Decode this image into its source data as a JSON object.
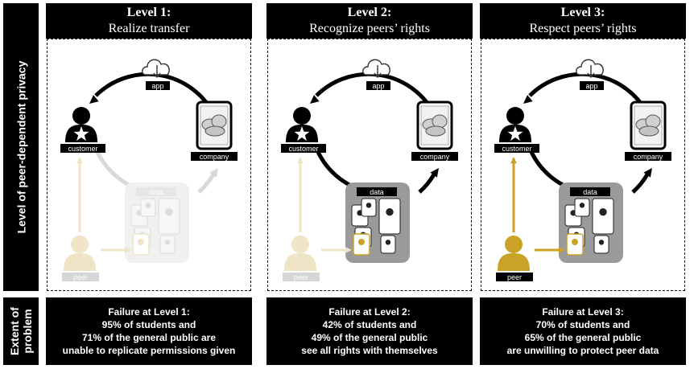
{
  "side_labels": {
    "top": "Level of peer-dependent privacy",
    "bottom_line1": "Extent of",
    "bottom_line2": "problem"
  },
  "levels": [
    {
      "title": "Level 1:",
      "subtitle": "Realize transfer",
      "labels": {
        "app": "app",
        "customer": "customer",
        "company": "company",
        "data": "data",
        "peer": "peer"
      },
      "failure": {
        "line1": "Failure at Level 1:",
        "line2": "95% of students and",
        "line3": "71% of the general public are",
        "line4": "unable to replicate permissions given"
      }
    },
    {
      "title": "Level 2:",
      "subtitle": "Recognize peers’ rights",
      "labels": {
        "app": "app",
        "customer": "customer",
        "company": "company",
        "data": "data",
        "peer": "peer"
      },
      "failure": {
        "line1": "Failure at Level 2:",
        "line2": "42% of students and",
        "line3": "49% of the general public",
        "line4": "see all rights with themselves"
      }
    },
    {
      "title": "Level 3:",
      "subtitle": "Respect peers’ rights",
      "labels": {
        "app": "app",
        "customer": "customer",
        "company": "company",
        "data": "data",
        "peer": "peer"
      },
      "failure": {
        "line1": "Failure at Level 3:",
        "line2": "70% of students and",
        "line3": "65% of the general public",
        "line4": "are unwilling to protect peer data"
      }
    }
  ],
  "colors": {
    "peer_gold": "#c9a227",
    "faded_gold": "#efe4c6",
    "faded_gray": "#e6e6e6",
    "dark": "#000000"
  }
}
